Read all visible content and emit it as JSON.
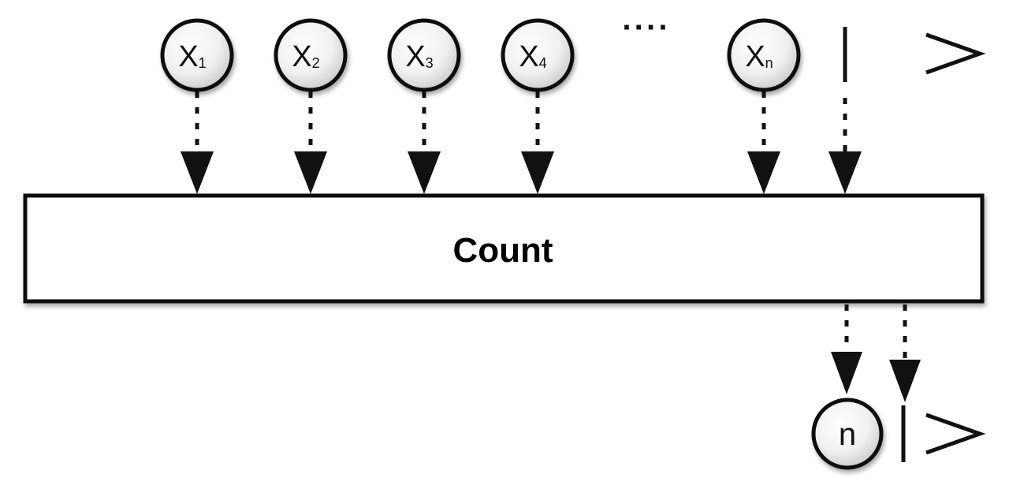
{
  "operator": {
    "label": "Count"
  },
  "input_timeline": {
    "marbles": [
      {
        "base": "X",
        "sub": "1"
      },
      {
        "base": "X",
        "sub": "2"
      },
      {
        "base": "X",
        "sub": "3"
      },
      {
        "base": "X",
        "sub": "4"
      },
      {
        "base": "X",
        "sub": "n"
      }
    ],
    "ellipsis": "····"
  },
  "output_timeline": {
    "marble": {
      "label": "n"
    }
  },
  "colors": {
    "stroke": "#111111",
    "marble_fill_light": "#ffffff",
    "marble_fill_dark": "#cfcfcf",
    "box_fill": "#ffffff"
  }
}
